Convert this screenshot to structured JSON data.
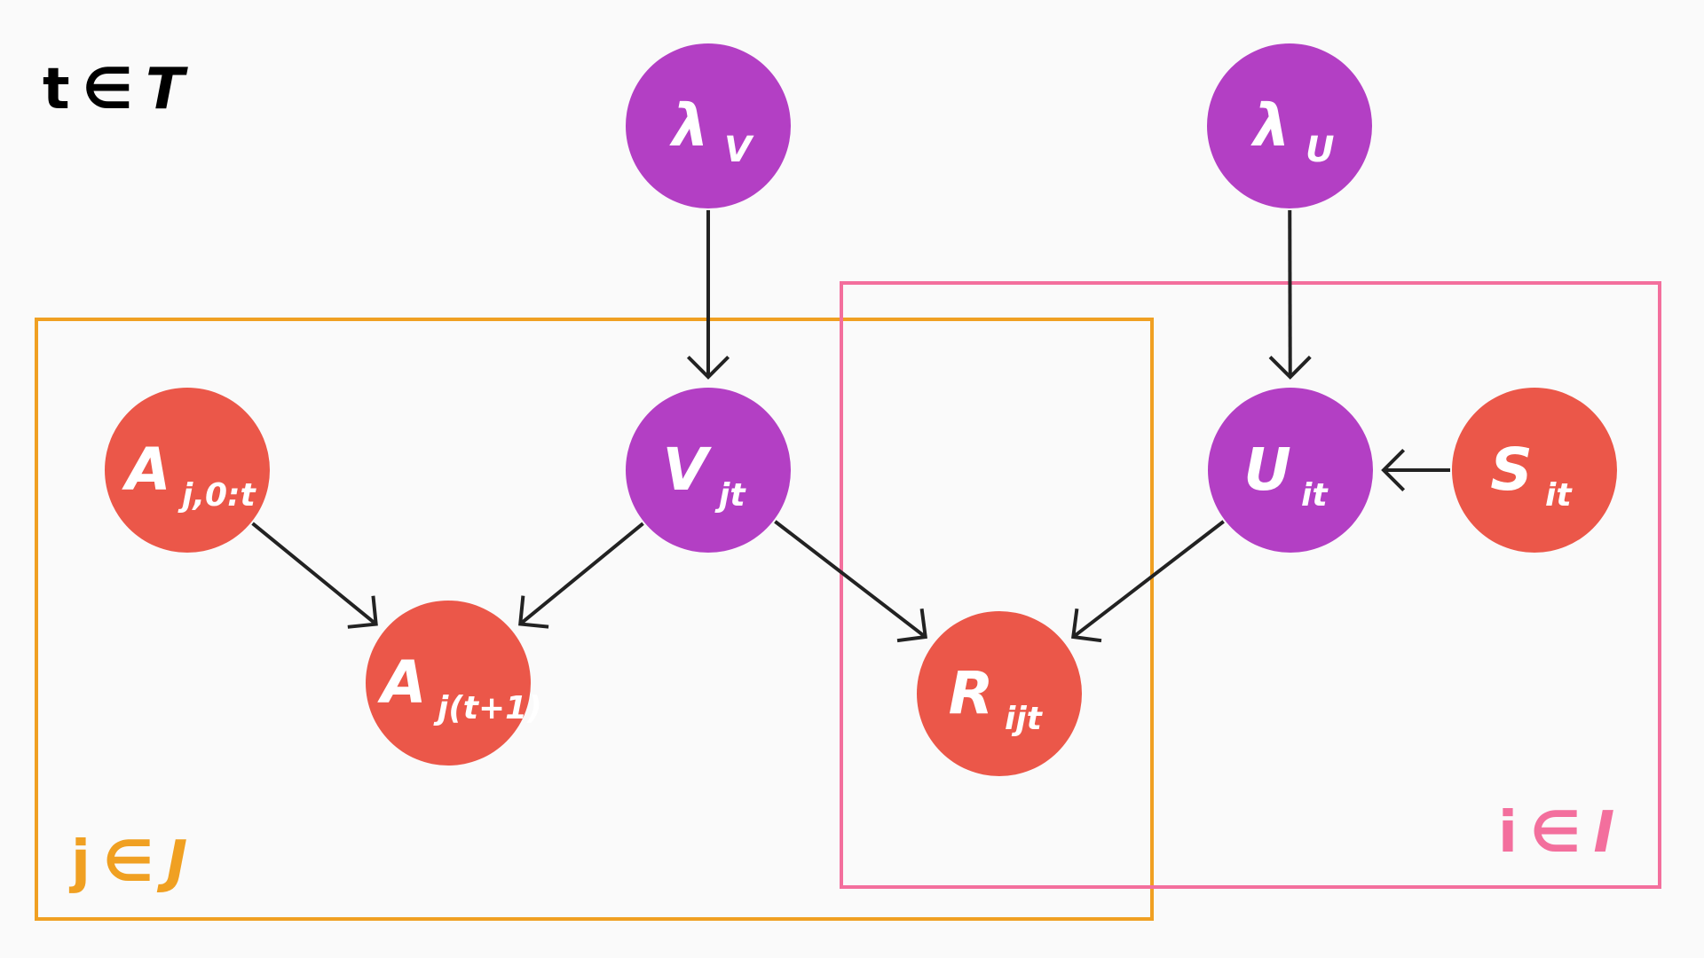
{
  "colors": {
    "background": "#fafafa",
    "latent_node": "#b33fc4",
    "observed_node": "#eb5749",
    "plate_j": "#f0a022",
    "plate_i": "#f36f9d",
    "edge": "#222222",
    "time_label": "#000000"
  },
  "plates": {
    "time": {
      "index": "t",
      "symbol": "∈",
      "set": "T"
    },
    "j": {
      "index": "j",
      "symbol": "∈",
      "set": "J"
    },
    "i": {
      "index": "i",
      "symbol": "∈",
      "set": "I"
    }
  },
  "nodes": [
    {
      "id": "lambda_v",
      "type": "latent",
      "main": "λ",
      "sub": "V"
    },
    {
      "id": "lambda_u",
      "type": "latent",
      "main": "λ",
      "sub": "U"
    },
    {
      "id": "a_hist",
      "type": "observed",
      "main": "A",
      "sub": "j,0:t"
    },
    {
      "id": "v",
      "type": "latent",
      "main": "V",
      "sub": "jt"
    },
    {
      "id": "u",
      "type": "latent",
      "main": "U",
      "sub": "it"
    },
    {
      "id": "s",
      "type": "observed",
      "main": "S",
      "sub": "it"
    },
    {
      "id": "a_next",
      "type": "observed",
      "main": "A",
      "sub": "j(t+1)"
    },
    {
      "id": "r",
      "type": "observed",
      "main": "R",
      "sub": "ijt"
    }
  ],
  "edges": [
    {
      "from": "lambda_v",
      "to": "v"
    },
    {
      "from": "lambda_u",
      "to": "u"
    },
    {
      "from": "a_hist",
      "to": "a_next"
    },
    {
      "from": "v",
      "to": "a_next"
    },
    {
      "from": "v",
      "to": "r"
    },
    {
      "from": "u",
      "to": "r"
    },
    {
      "from": "s",
      "to": "u"
    }
  ]
}
